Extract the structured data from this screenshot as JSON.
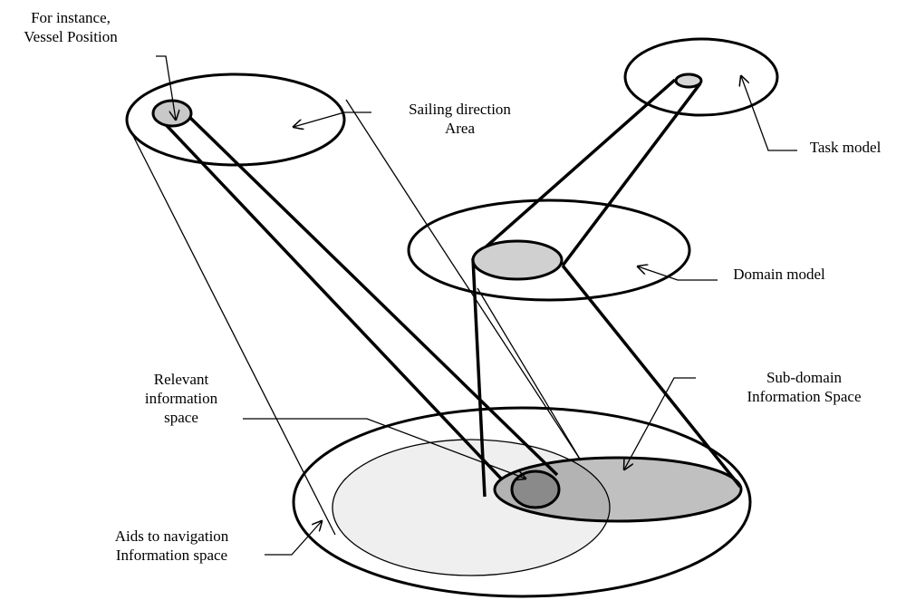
{
  "labels": {
    "vessel_position": [
      "For instance,",
      "Vessel Position"
    ],
    "sailing_direction": [
      "Sailing direction",
      "Area"
    ],
    "task_model": "Task model",
    "domain_model": "Domain model",
    "relevant_space": [
      "Relevant",
      "information",
      "space"
    ],
    "subdomain_space": [
      "Sub-domain",
      "Information Space"
    ],
    "aids_navigation": [
      "Aids to navigation",
      "Information space"
    ]
  },
  "colors": {
    "line": "#000000",
    "background": "#ffffff",
    "relevant_fill": "#efefef",
    "subdomain_fill": "#c0c0c0",
    "overlap_fill": "#b3b3b3",
    "domain_circle_fill": "#d0d0d0",
    "vessel_circle_fill": "#c8c8c8",
    "dark_circle_fill": "#8a8a8a",
    "task_circle_fill": "#d6d6d6"
  }
}
